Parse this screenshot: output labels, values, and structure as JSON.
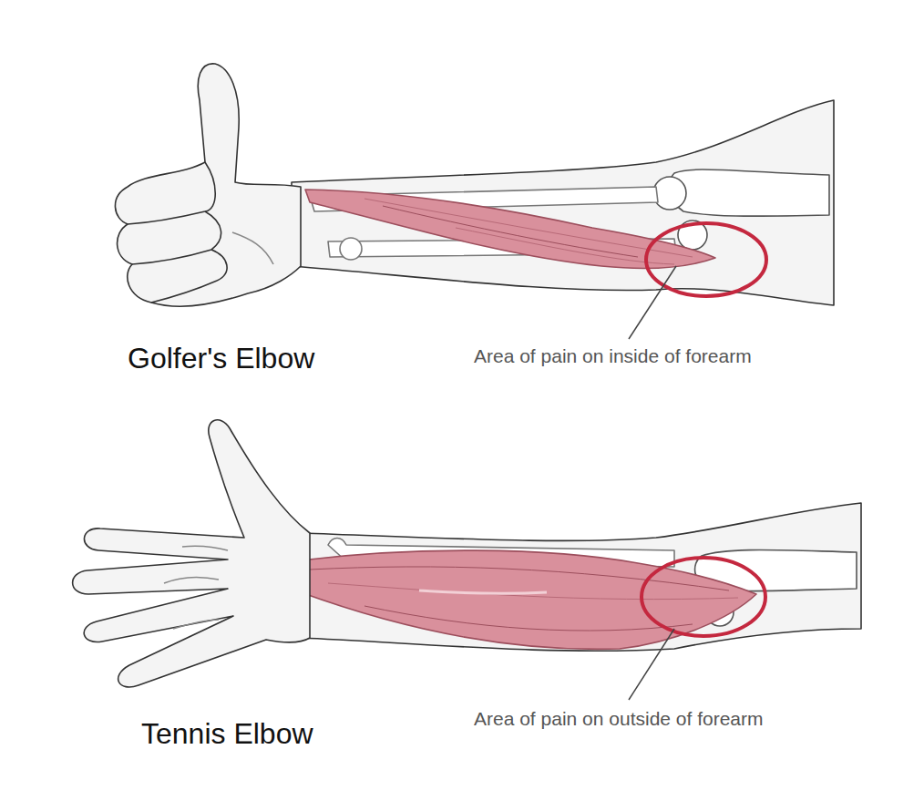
{
  "diagram": {
    "labels": [
      "Golfer's Elbow",
      "Area of pain on inside of forearm",
      "Tennis Elbow",
      "Area of pain on outside of forearm"
    ]
  }
}
